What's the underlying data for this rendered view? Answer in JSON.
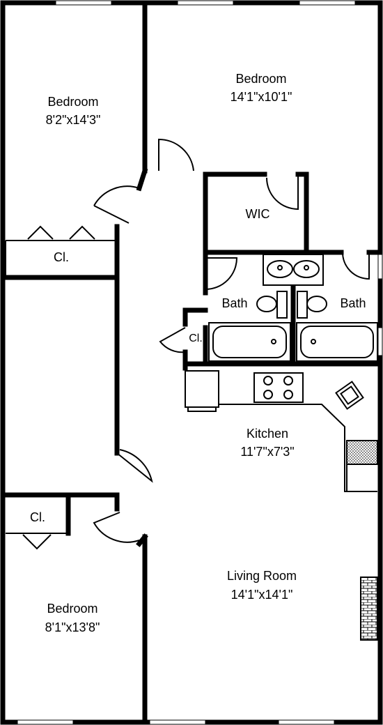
{
  "rooms": {
    "bedroom_top_left": {
      "name": "Bedroom",
      "dims": "8'2\"x14'3\""
    },
    "bedroom_top_right": {
      "name": "Bedroom",
      "dims": "14'1\"x10'1\""
    },
    "wic": {
      "name": "WIC"
    },
    "closet_top_left": {
      "name": "Cl."
    },
    "bath_left": {
      "name": "Bath"
    },
    "bath_right": {
      "name": "Bath"
    },
    "closet_bath": {
      "name": "Cl."
    },
    "kitchen": {
      "name": "Kitchen",
      "dims": "11'7\"x7'3\""
    },
    "closet_bottom_left": {
      "name": "Cl."
    },
    "bedroom_bottom_left": {
      "name": "Bedroom",
      "dims": "8'1\"x13'8\""
    },
    "living_room": {
      "name": "Living Room",
      "dims": "14'1\"x14'1\""
    }
  }
}
